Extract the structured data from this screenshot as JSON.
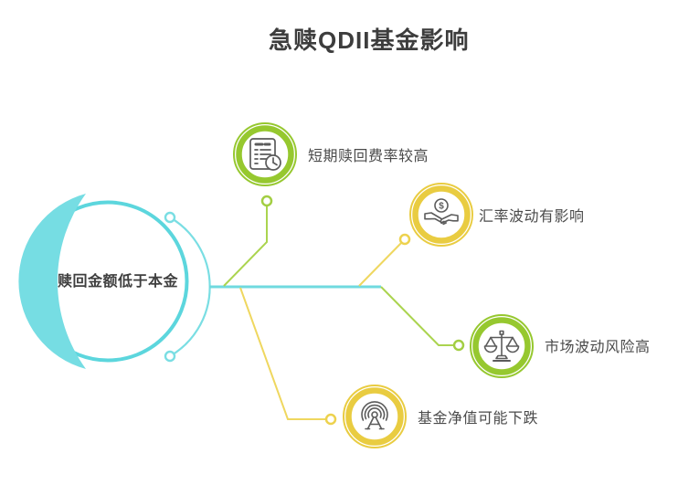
{
  "title": "急赎QDII基金影响",
  "center_node": {
    "label": "赎回金额低于本金"
  },
  "branches": [
    {
      "label": "短期赎回费率较高",
      "icon": "invoice-clock-icon",
      "accent": "#97c931"
    },
    {
      "label": "汇率波动有影响",
      "icon": "handshake-dollar-icon",
      "accent": "#eacd43"
    },
    {
      "label": "市场波动风险高",
      "icon": "balance-scale-icon",
      "accent": "#97c931"
    },
    {
      "label": "基金净值可能下跌",
      "icon": "signal-tower-icon",
      "accent": "#eacd43"
    }
  ],
  "glyphs": {
    "coin_symbol": "$"
  },
  "colors": {
    "cyan_fill": "#76dde3",
    "cyan_stroke": "#5cd6dd",
    "cyan_line": "#6fdadf",
    "green_ring": "#96c82f",
    "green_line": "#abd44f",
    "yellow_ring": "#e9cc41",
    "yellow_line": "#efd75f",
    "icon_gray": "#5b5b5b",
    "title_text": "#3d3d3d",
    "label_text": "#4b4b4b"
  }
}
